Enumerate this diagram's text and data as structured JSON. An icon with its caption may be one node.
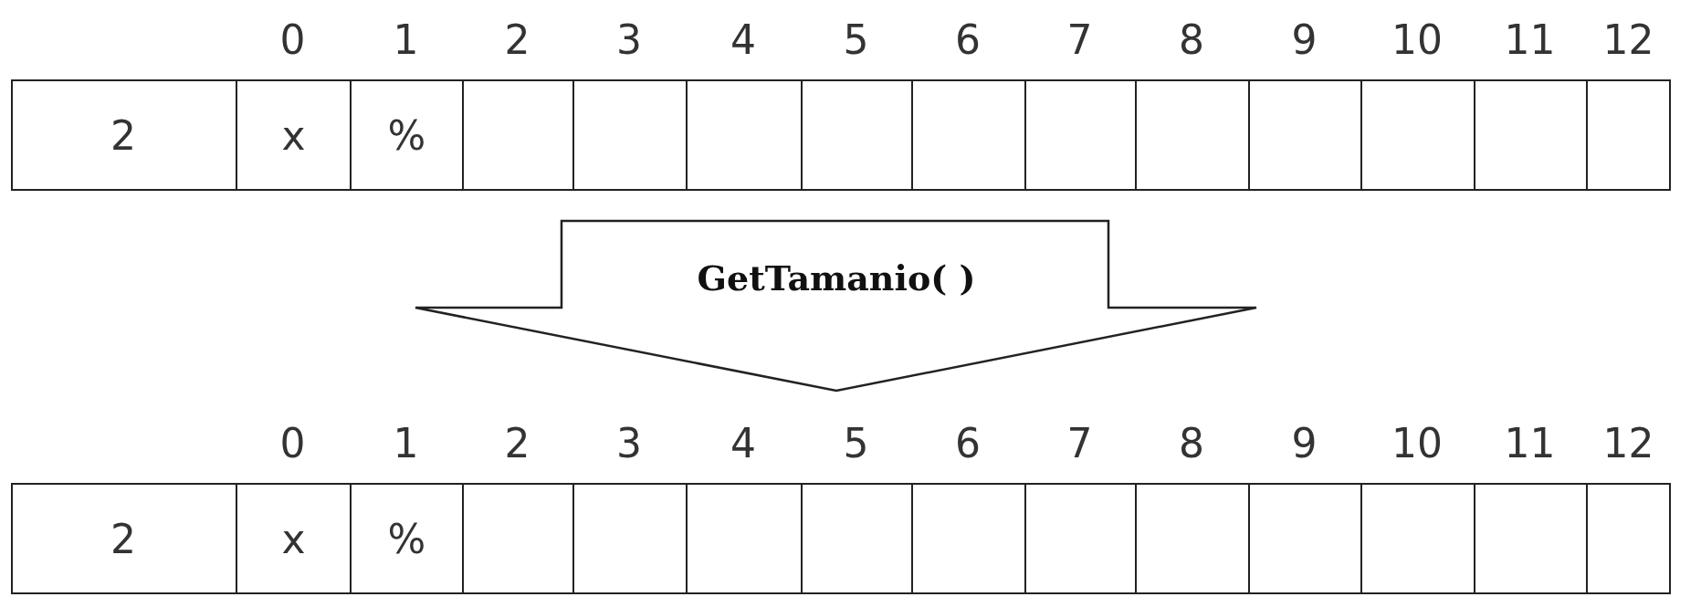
{
  "diagram": {
    "nodes": [
      {
        "text": [],
        "shape": "box"
      },
      {
        "text": [
          "2"
        ],
        "in": 0
      },
      {
        "text": [
          "x"
        ],
        "in": 0
      },
      {
        "text": [
          "%"
        ],
        "in": 0
      },
      {
        "text": [],
        "shape": "box",
        "in": 0
      },
      {
        "text": [],
        "shape": "box",
        "in": 0
      },
      {
        "text": [],
        "shape": "box",
        "in": 0
      },
      {
        "text": [],
        "shape": "box",
        "in": 0
      },
      {
        "text": [],
        "shape": "box",
        "in": 0
      },
      {
        "text": [],
        "shape": "box",
        "in": 0
      },
      {
        "text": [],
        "shape": "box",
        "in": 0
      },
      {
        "text": [],
        "shape": "box",
        "in": 0
      },
      {
        "text": [],
        "shape": "box",
        "in": 0
      },
      {
        "text": [],
        "shape": "box",
        "in": 0
      },
      {
        "text": [],
        "shape": "box",
        "in": 0
      },
      {
        "text": [],
        "shape": "box"
      },
      {
        "text": [
          "2"
        ],
        "in": 15
      },
      {
        "text": [
          "x"
        ],
        "in": 15
      },
      {
        "text": [
          "%"
        ],
        "in": 15
      },
      {
        "text": [],
        "shape": "box",
        "in": 15
      },
      {
        "text": [],
        "shape": "box",
        "in": 15
      },
      {
        "text": [],
        "shape": "box",
        "in": 15
      },
      {
        "text": [],
        "shape": "box",
        "in": 15
      },
      {
        "text": [],
        "shape": "box",
        "in": 15
      },
      {
        "text": [],
        "shape": "box",
        "in": 15
      },
      {
        "text": [],
        "shape": "box",
        "in": 15
      },
      {
        "text": [],
        "shape": "box",
        "in": 15
      },
      {
        "text": [],
        "shape": "box",
        "in": 15
      },
      {
        "text": [],
        "shape": "box",
        "in": 15
      },
      {
        "text": [],
        "shape": "box",
        "in": 15
      }
    ],
    "edges": [
      {
        "from": 0,
        "to": 15,
        "arrow": "to",
        "label": "GetTamanio( )"
      }
    ],
    "labels": [
      "0",
      "1",
      "2",
      "3",
      "4",
      "5",
      "6",
      "7",
      "8",
      "9",
      "10",
      "11",
      "12",
      "0",
      "1",
      "2",
      "3",
      "4",
      "5",
      "6",
      "7",
      "8",
      "9",
      "10",
      "11",
      "12"
    ]
  }
}
